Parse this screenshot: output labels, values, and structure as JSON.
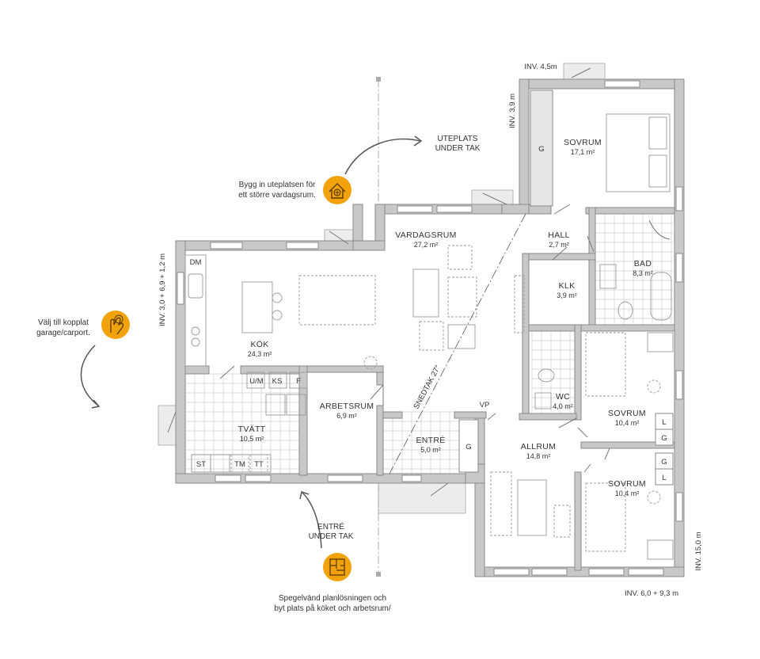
{
  "rooms": {
    "sovrum_top": {
      "label": "SOVRUM",
      "area": "17,1 m²"
    },
    "hall": {
      "label": "HALL",
      "area": "2,7 m²"
    },
    "bad": {
      "label": "BAD",
      "area": "8,3 m²"
    },
    "klk": {
      "label": "KLK",
      "area": "3,9 m²"
    },
    "vardagsrum": {
      "label": "VARDAGSRUM",
      "area": "27,2 m²"
    },
    "kok": {
      "label": "KÖK",
      "area": "24,3 m²"
    },
    "wc": {
      "label": "WC",
      "area": "4,0 m²"
    },
    "sovrum_mid": {
      "label": "SOVRUM",
      "area": "10,4 m²"
    },
    "tvatt": {
      "label": "TVÄTT",
      "area": "10,5 m²"
    },
    "arbetsrum": {
      "label": "ARBETSRUM",
      "area": "6,9 m²"
    },
    "entre": {
      "label": "ENTRÉ",
      "area": "5,0 m²"
    },
    "allrum": {
      "label": "ALLRUM",
      "area": "14,8 m²"
    },
    "sovrum_low": {
      "label": "SOVRUM",
      "area": "10,4 m²"
    }
  },
  "fixtures": {
    "dm": "DM",
    "um": "U/M",
    "ks": "KS",
    "f": "F",
    "st": "ST",
    "tm": "TM",
    "tt": "TT",
    "g": "G",
    "l": "L",
    "vp": "VP"
  },
  "dimensions": {
    "inv_top": "INV. 4,5m",
    "inv_left_top": "INV. 3,9 m",
    "inv_left": "INV. 3,0 + 6,9 + 1,2 m",
    "inv_right": "INV. 15,0 m",
    "inv_bottom": "INV. 6,0 + 9,3 m",
    "snedtak": "SNEDTAK 27°"
  },
  "annotations": {
    "uteplats": [
      "UTEPLATS",
      "UNDER TAK"
    ],
    "entre_tak": [
      "ENTRÉ",
      "UNDER TAK"
    ],
    "uteplats_tip": [
      "Bygg in uteplatsen för",
      "ett större vardagsrum."
    ],
    "garage_tip": [
      "Välj till kopplat",
      "garage/carport."
    ],
    "mirror_tip": [
      "Spegelvänd planlösningen och",
      "byt plats på köket och arbetsrum/"
    ]
  },
  "icons": {
    "house_plus": "house-plus-icon",
    "hand_pointer": "hand-pointer-icon",
    "floorplan": "floorplan-icon"
  },
  "colors": {
    "accent": "#f2a20c",
    "wall": "#c8c8c8",
    "line": "#8a8a8a"
  }
}
